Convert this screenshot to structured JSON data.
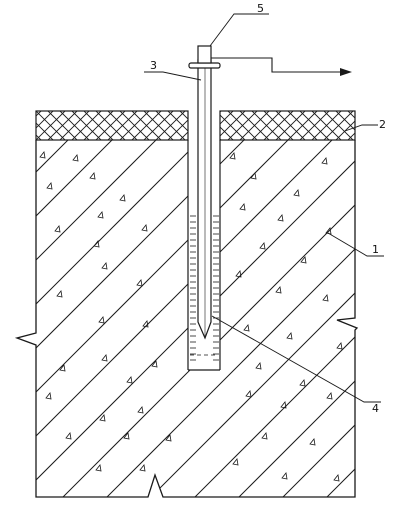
{
  "labels": [
    {
      "id": "label-1",
      "text": "1"
    },
    {
      "id": "label-2",
      "text": "2"
    },
    {
      "id": "label-3",
      "text": "3"
    },
    {
      "id": "label-4",
      "text": "4"
    },
    {
      "id": "label-5",
      "text": "5"
    }
  ],
  "colors": {
    "ink": "#1a1a1a",
    "background": "#ffffff"
  }
}
